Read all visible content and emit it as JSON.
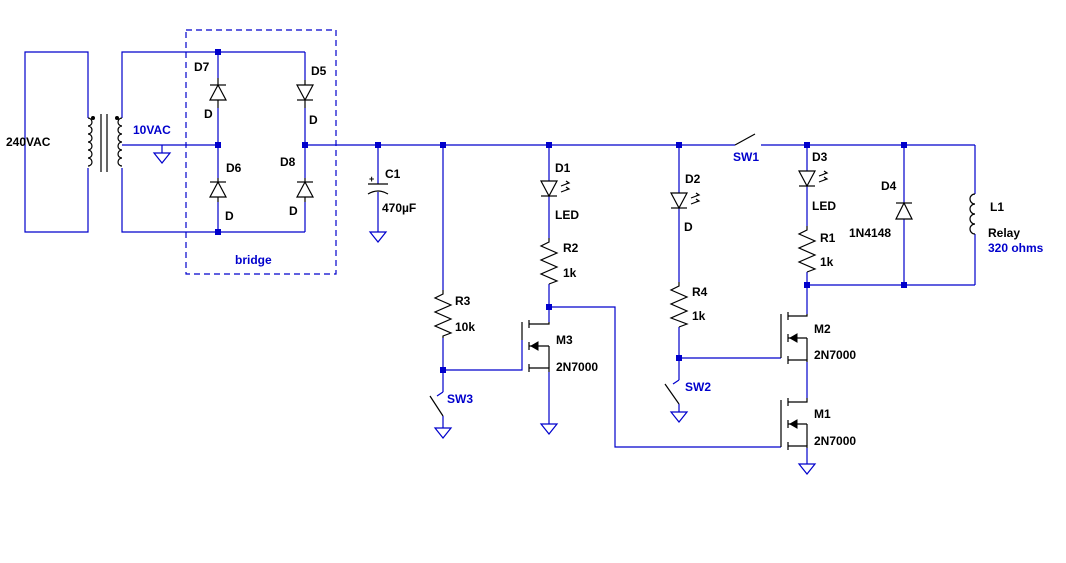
{
  "schematic": {
    "ac_source": "240VAC",
    "secondary": "10VAC",
    "bridge_label": "bridge",
    "diodes": [
      {
        "ref": "D7",
        "value": "D"
      },
      {
        "ref": "D5",
        "value": "D"
      },
      {
        "ref": "D6",
        "value": "D"
      },
      {
        "ref": "D8",
        "value": "D"
      },
      {
        "ref": "D1",
        "value": "LED"
      },
      {
        "ref": "D2",
        "value": "D"
      },
      {
        "ref": "D3",
        "value": "LED"
      },
      {
        "ref": "D4",
        "value": "1N4148"
      }
    ],
    "capacitor": {
      "ref": "C1",
      "value": "470µF"
    },
    "resistors": [
      {
        "ref": "R2",
        "value": "1k"
      },
      {
        "ref": "R3",
        "value": "10k"
      },
      {
        "ref": "R4",
        "value": "1k"
      },
      {
        "ref": "R1",
        "value": "1k"
      }
    ],
    "mosfets": [
      {
        "ref": "M3",
        "value": "2N7000"
      },
      {
        "ref": "M2",
        "value": "2N7000"
      },
      {
        "ref": "M1",
        "value": "2N7000"
      }
    ],
    "switches": [
      "SW1",
      "SW2",
      "SW3"
    ],
    "relay": {
      "ref": "L1",
      "line1": "Relay",
      "line2": "320 ohms"
    },
    "colors": {
      "wire": "#0000cc",
      "symbol": "#000000",
      "background": "#ffffff"
    }
  }
}
